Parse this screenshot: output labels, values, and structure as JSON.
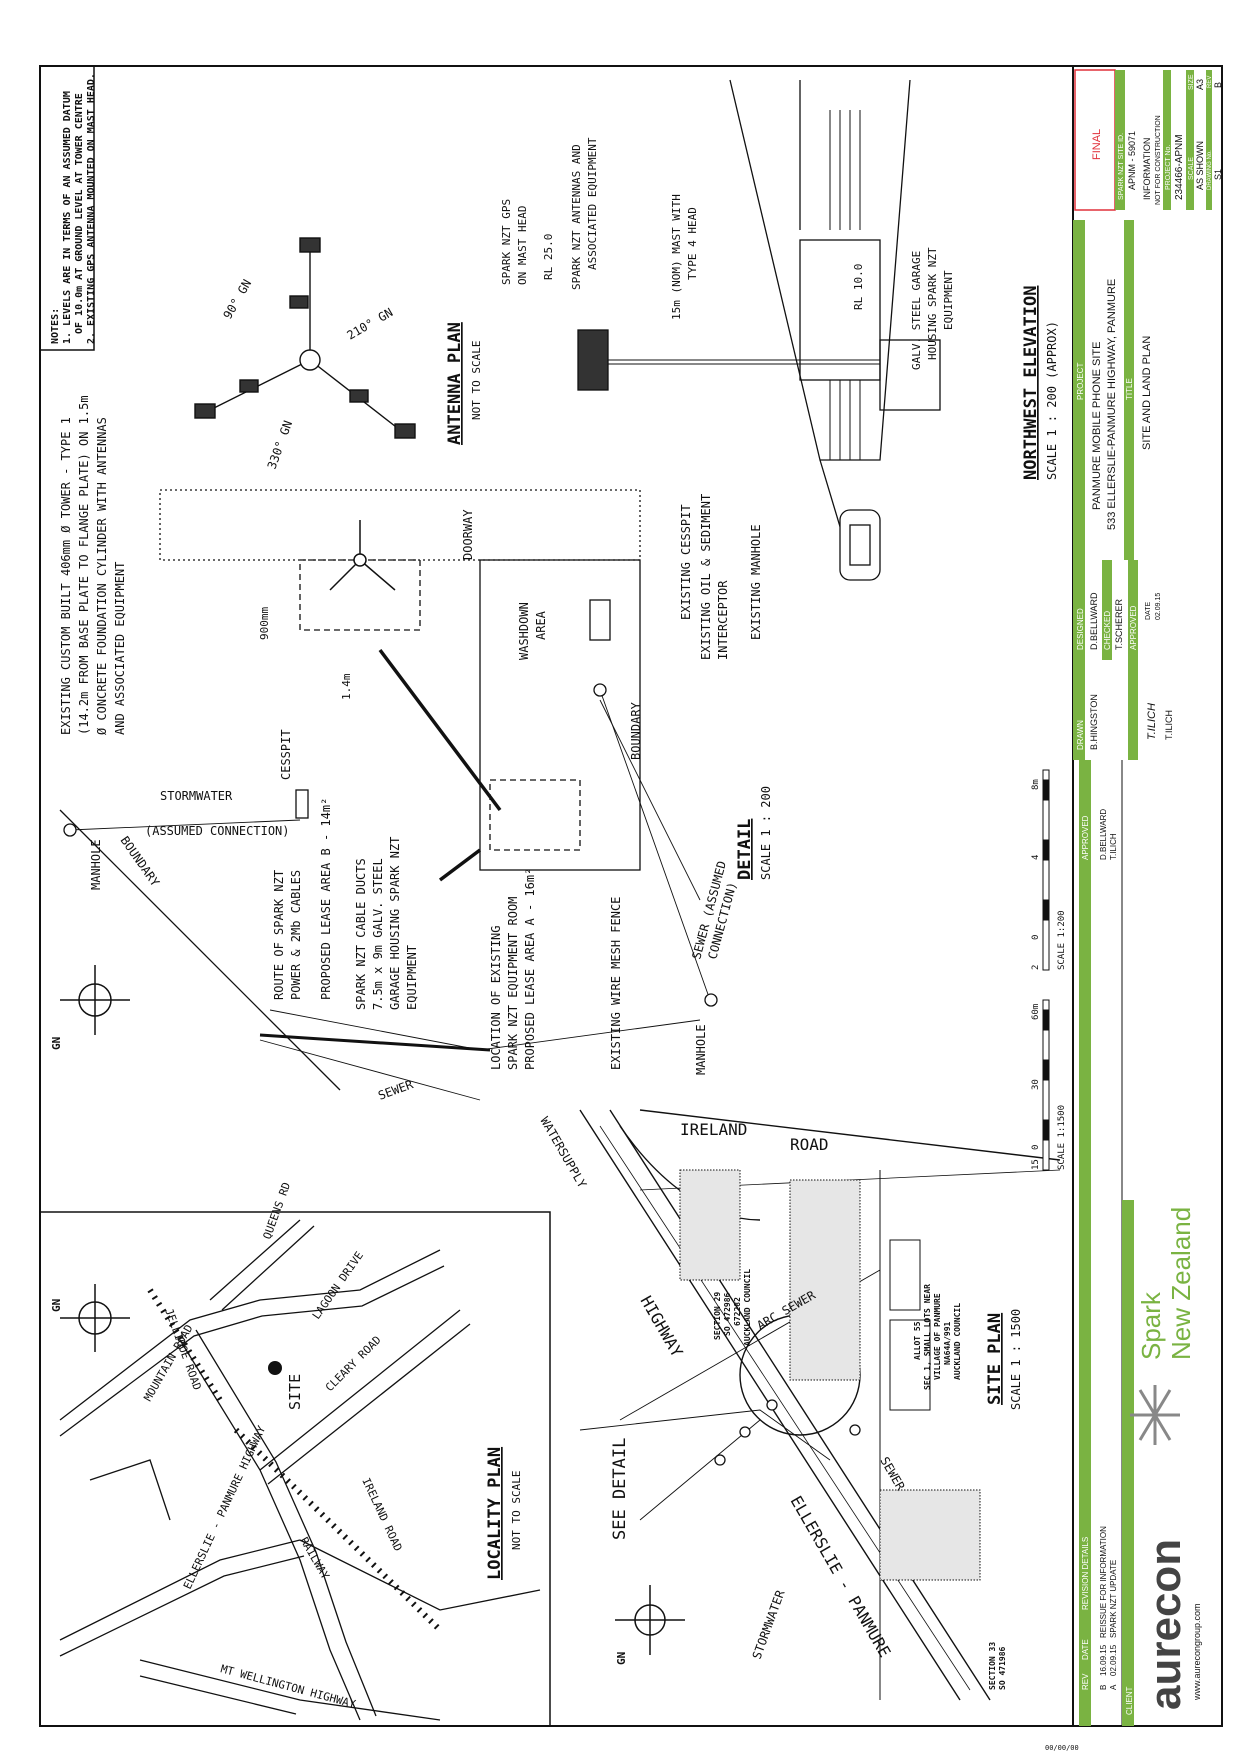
{
  "notes": {
    "heading": "NOTES:",
    "line1": "1. LEVELS ARE IN TERMS OF AN ASSUMED DATUM",
    "line2": "OF 10.0m AT GROUND LEVEL AT TOWER CENTRE",
    "line3": "2. EXISTING GPS ANTENNA MOUNTED ON MAST HEAD."
  },
  "locality_plan": {
    "title": "LOCALITY PLAN",
    "subtitle": "NOT TO SCALE",
    "north": "GN",
    "site": "SITE",
    "roads": [
      "MOUNTAIN ROAD",
      "JELLICOE ROAD",
      "QUEENS RD",
      "LAGOON DRIVE",
      "CLEARY ROAD",
      "IRELAND ROAD",
      "RAILWAY",
      "ELLERSLIE - PANMURE HIGHWAY",
      "MT WELLINGTON HIGHWAY"
    ]
  },
  "site_plan": {
    "title": "SITE PLAN",
    "scale": "SCALE  1 : 1500",
    "north": "GN",
    "see_detail": "SEE DETAIL",
    "labels": [
      "IRELAND",
      "ROAD",
      "HIGHWAY",
      "ELLERSLIE - PANMURE",
      "STORMWATER",
      "WATERSUPPLY",
      "ARC SEWER",
      "SEWER"
    ],
    "sections": {
      "s29": [
        "SECTION 29",
        "SO 472986",
        "672282",
        "AUCKLAND COUNCIL"
      ],
      "allot": [
        "ALLOT 55",
        "SEC 1, SMALL LOTS NEAR",
        "VILLAGE OF PANMURE",
        "NA64A/991",
        "AUCKLAND COUNCIL"
      ],
      "s33": [
        "SECTION 33",
        "SO 471986"
      ]
    }
  },
  "detail": {
    "title": "DETAIL",
    "scale": "SCALE  1 : 200",
    "north": "GN",
    "labels": {
      "manhole1": "MANHOLE",
      "boundary1": "BOUNDARY",
      "stormwater": "STORMWATER",
      "assumed": "(ASSUMED CONNECTION)",
      "cesspit": "CESSPIT",
      "route": [
        "ROUTE OF SPARK NZT",
        "POWER & 2Mb CABLES"
      ],
      "lease_b": "PROPOSED LEASE AREA B - 14m²",
      "ducts": [
        "SPARK NZT CABLE DUCTS",
        "7.5m x 9m GALV. STEEL",
        "GARAGE HOUSING SPARK NZT",
        "EQUIPMENT"
      ],
      "location": [
        "LOCATION OF EXISTING",
        "SPARK NZT EQUIPMENT ROOM",
        "PROPOSED LEASE AREA A - 16m²"
      ],
      "fence": "EXISTING WIRE MESH FENCE",
      "manhole2": "MANHOLE",
      "sewer_assumed": [
        "SEWER (ASSUMED",
        "CONNECTION)"
      ],
      "sewer": "SEWER",
      "boundary2": "BOUNDARY",
      "washdown": [
        "WASHDOWN",
        "AREA"
      ],
      "doorway": "DOORWAY",
      "dim900": "900mm",
      "dim14": "1.4m",
      "tower": [
        "EXISTING CUSTOM BUILT 406mm Ø TOWER - TYPE 1",
        "(14.2m FROM BASE PLATE TO FLANGE PLATE) ON 1.5m",
        "Ø CONCRETE FOUNDATION CYLINDER WITH ANTENNAS",
        "AND ASSOCIATED EQUIPMENT"
      ],
      "cesspit2": "EXISTING CESSPIT",
      "oil": [
        "EXISTING OIL & SEDIMENT",
        "INTERCEPTOR"
      ],
      "manhole3": "EXISTING MANHOLE"
    }
  },
  "antenna_plan": {
    "title": "ANTENNA PLAN",
    "subtitle": "NOT TO SCALE",
    "bearings": [
      "90° GN",
      "210° GN",
      "330° GN"
    ]
  },
  "elevation": {
    "title": "NORTHWEST ELEVATION",
    "scale": "SCALE  1 : 200  (APPROX)",
    "labels": {
      "gps": [
        "SPARK NZT GPS",
        "ON MAST HEAD"
      ],
      "rl25": "RL  25.0",
      "antennas": [
        "SPARK NZT ANTENNAS AND",
        "ASSOCIATED EQUIPMENT"
      ],
      "mast": [
        "15m (NOM) MAST WITH",
        "TYPE 4 HEAD"
      ],
      "rl10": "RL  10.0",
      "garage": [
        "GALV. STEEL GARAGE",
        "HOUSING SPARK NZT",
        "EQUIPMENT"
      ]
    }
  },
  "scale_bars": {
    "bar1": {
      "ticks": [
        "15",
        "0",
        "30",
        "60m"
      ],
      "caption": "SCALE 1:1500"
    },
    "bar2": {
      "ticks": [
        "2",
        "0",
        "4",
        "8m"
      ],
      "caption": "SCALE 1:200"
    }
  },
  "title_block": {
    "brand": "aurecon",
    "website": "www.aurecongroup.com",
    "client_label": "CLIENT",
    "client": [
      "Spark",
      "New Zealand"
    ],
    "revisions_header": [
      "REV",
      "DATE",
      "REVISION DETAILS",
      "APPROVED"
    ],
    "revisions": [
      {
        "rev": "B",
        "date": "16.09.15",
        "details": "REISSUE FOR INFORMATION",
        "approved": "D.BELLWARD"
      },
      {
        "rev": "A",
        "date": "02.09.15",
        "details": "SPARK NZT UPDATE",
        "approved": "T.ILICH"
      }
    ],
    "drawn_label": "DRAWN",
    "drawn": "B.HINGSTON",
    "designed_label": "DESIGNED",
    "designed": "D.BELLWARD",
    "checked_label": "CHECKED",
    "checked": "T.SCHERER",
    "approved_label": "APPROVED",
    "approved_sign": "T.ILICH",
    "approved": "T.ILICH",
    "date_label": "DATE",
    "date": "02.09.15",
    "project_label": "PROJECT",
    "project": [
      "PANMURE MOBILE PHONE SITE",
      "533 ELLERSLIE-PANMURE HIGHWAY, PANMURE"
    ],
    "title_label": "TITLE",
    "title": "SITE AND LAND PLAN",
    "status": "FINAL",
    "site_id_label": "SPARK NZT SITE ID.",
    "site_id": "APNM - 59071",
    "information": "INFORMATION",
    "not_for_construction": "NOT FOR CONSTRUCTION",
    "project_no_label": "PROJECT No.",
    "project_no": "234466-APNM",
    "size_label": "SIZE",
    "size": "A3",
    "scale_label": "SCALE",
    "scale": "AS SHOWN",
    "drawing_no_label": "DRAWING No.",
    "drawing_no": "S1",
    "rev_label": "REV",
    "rev": "B"
  },
  "footer": "00/00/00",
  "colors": {
    "green": "#7ab342",
    "red": "#e0303a",
    "ink": "#111111"
  }
}
